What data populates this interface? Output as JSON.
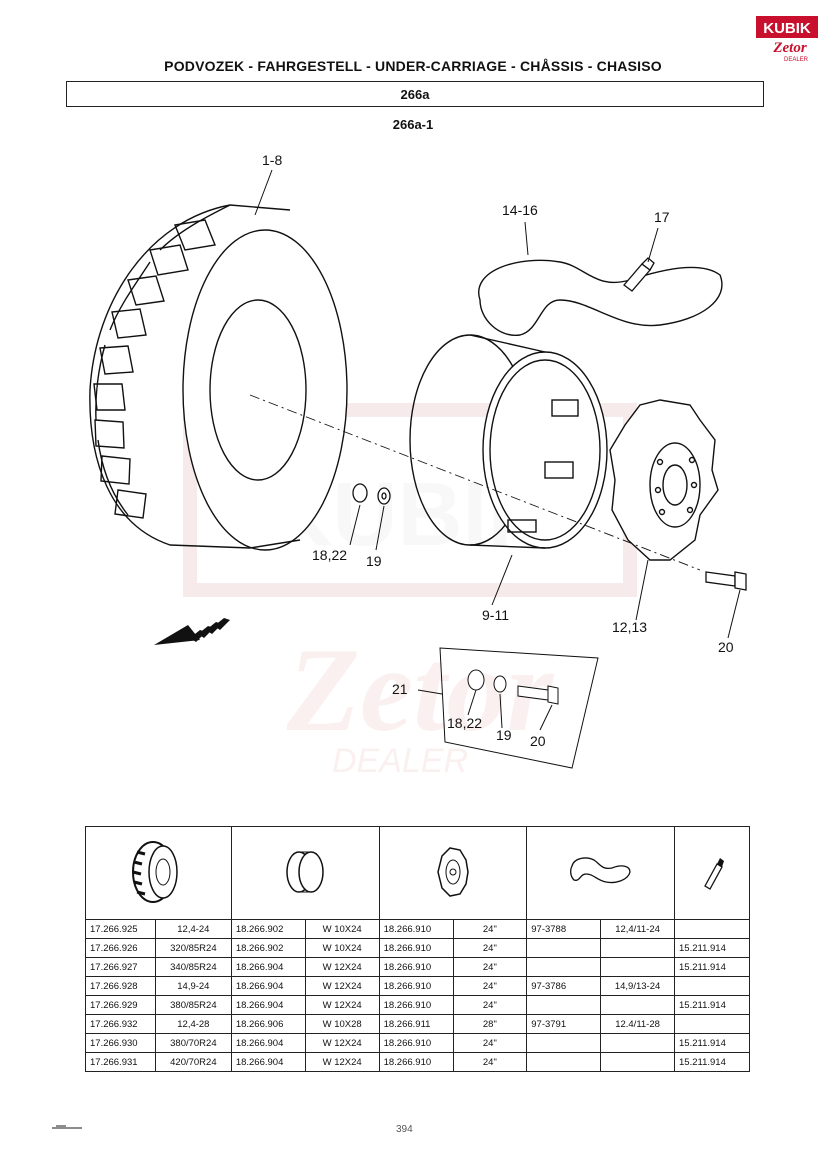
{
  "header": {
    "logo_top": "KUBIK",
    "logo_bottom": "Zetor",
    "logo_sub": "DEALER",
    "title": "PODVOZEK - FAHRGESTELL - UNDER-CARRIAGE - CHÅSSIS - CHASISO",
    "section": "266a",
    "subsection": "266a-1"
  },
  "watermark": {
    "brand": "KUBIK",
    "name": "Zetor",
    "sub": "DEALER"
  },
  "callouts": {
    "tire": "1-8",
    "tube": "14-16",
    "valve": "17",
    "nut": "18,22",
    "washer": "19",
    "rim": "9-11",
    "disc": "12,13",
    "bolt": "20",
    "kit": "21",
    "kit_nut": "18,22",
    "kit_washer": "19",
    "kit_bolt": "20"
  },
  "table": {
    "header_icons": [
      "tire-icon",
      "rim-icon",
      "wheel-disc-icon",
      "tube-icon",
      "valve-icon"
    ],
    "rows": [
      [
        "17.266.925",
        "12,4-24",
        "18.266.902",
        "W 10X24",
        "18.266.910",
        "24\"",
        "97-3788",
        "12,4/11-24",
        ""
      ],
      [
        "17.266.926",
        "320/85R24",
        "18.266.902",
        "W 10X24",
        "18.266.910",
        "24\"",
        "",
        "",
        "15.211.914"
      ],
      [
        "17.266.927",
        "340/85R24",
        "18.266.904",
        "W 12X24",
        "18.266.910",
        "24\"",
        "",
        "",
        "15.211.914"
      ],
      [
        "17.266.928",
        "14,9-24",
        "18.266.904",
        "W 12X24",
        "18.266.910",
        "24\"",
        "97-3786",
        "14,9/13-24",
        ""
      ],
      [
        "17.266.929",
        "380/85R24",
        "18.266.904",
        "W 12X24",
        "18.266.910",
        "24\"",
        "",
        "",
        "15.211.914"
      ],
      [
        "17.266.932",
        "12,4-28",
        "18.266.906",
        "W 10X28",
        "18.266.911",
        "28\"",
        "97-3791",
        "12.4/11-28",
        ""
      ],
      [
        "17.266.930",
        "380/70R24",
        "18.266.904",
        "W 12X24",
        "18.266.910",
        "24\"",
        "",
        "",
        "15.211.914"
      ],
      [
        "17.266.931",
        "420/70R24",
        "18.266.904",
        "W 12X24",
        "18.266.910",
        "24\"",
        "",
        "",
        "15.211.914"
      ]
    ]
  },
  "footer": {
    "page": "394"
  }
}
